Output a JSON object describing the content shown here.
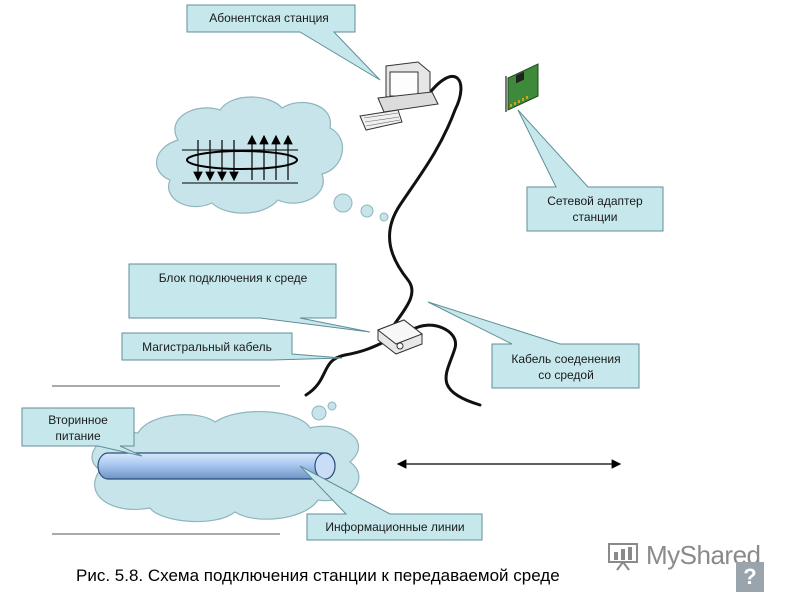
{
  "callouts": {
    "subscriber_station": "Абонентская станция",
    "network_adapter_line1": "Сетевой адаптер",
    "network_adapter_line2": "станции",
    "connection_block": "Блок подключения к среде",
    "trunk_cable": "Магистральный кабель",
    "medium_cable_line1": "Кабель соеденения",
    "medium_cable_line2": "со средой",
    "secondary_power_line1": "Вторинное",
    "secondary_power_line2": "питание",
    "info_lines": "Информационные линии"
  },
  "caption": "Рис. 5.8. Схема подключения станции к передаваемой среде",
  "watermark": {
    "text": "MyShared",
    "help": "?"
  },
  "colors": {
    "callout_fill": "#c6e8ec",
    "callout_stroke": "#5f8f98",
    "cloud_fill": "#c7e4ea",
    "pipe_fill": "#a9c8f0",
    "cable": "#111111"
  }
}
